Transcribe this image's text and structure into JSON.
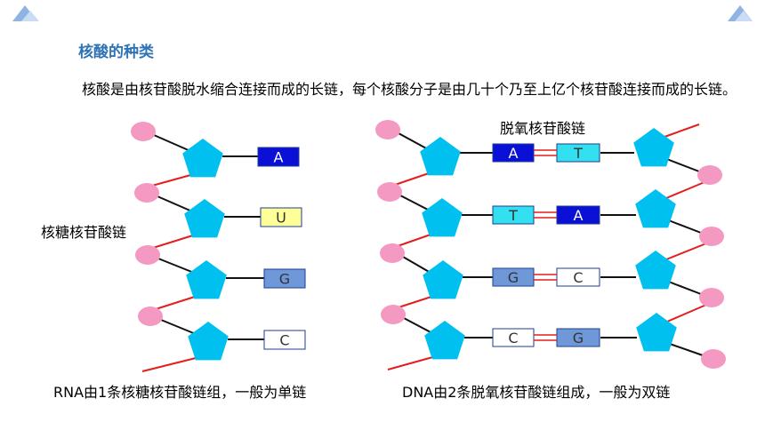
{
  "header": {
    "title": "核酸的种类",
    "paragraph": "核酸是由核苷酸脱水缩合连接而成的长链，每个核酸分子是由几十个乃至上亿个核苷酸连接而成的长链。"
  },
  "rna": {
    "label": "核糖核苷酸链",
    "bases": [
      "A",
      "U",
      "G",
      "C"
    ],
    "caption": "RNA由1条核糖核苷酸链组，一般为单链"
  },
  "dna": {
    "label": "脱氧核苷酸链",
    "pairs": [
      [
        "A",
        "T"
      ],
      [
        "T",
        "A"
      ],
      [
        "G",
        "C"
      ],
      [
        "C",
        "G"
      ]
    ],
    "caption": "DNA由2条脱氧核苷酸链组成，一般为双链"
  },
  "colors": {
    "title": "#2e74b5",
    "phosphate": "#f49ac2",
    "sugar": "#00c0ef",
    "backbone": "#e41e1e",
    "A": "#0a10d6",
    "T": "#33e0f0",
    "U": "#ffff99",
    "G": "#6f98d8",
    "C": "#ffffff"
  }
}
